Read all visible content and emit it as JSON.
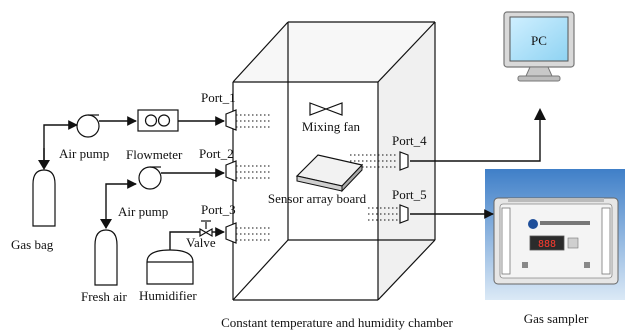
{
  "labels": {
    "gas_bag": "Gas bag",
    "air_pump_1": "Air pump",
    "flowmeter": "Flowmeter",
    "port_1": "Port_1",
    "port_2": "Port_2",
    "port_3": "Port_3",
    "port_4": "Port_4",
    "port_5": "Port_5",
    "air_pump_2": "Air pump",
    "valve": "Valve",
    "fresh_air": "Fresh air",
    "humidifier": "Humidifier",
    "mixing_fan": "Mixing fan",
    "sensor_array_board": "Sensor array board",
    "chamber": "Constant temperature and humidity chamber",
    "pc": "PC",
    "gas_sampler": "Gas sampler",
    "sampler_display": "888"
  }
}
